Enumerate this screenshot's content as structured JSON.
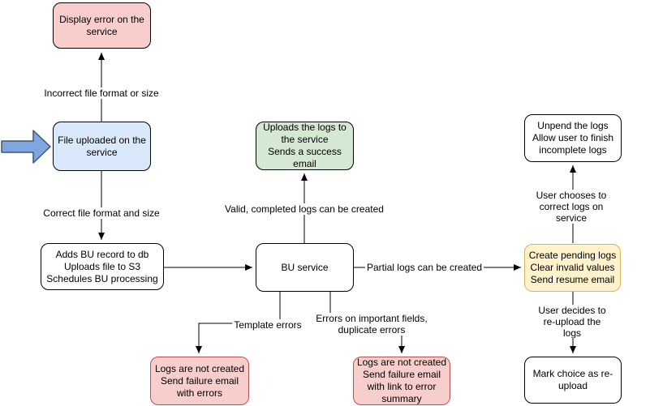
{
  "diagram": {
    "type": "flowchart",
    "palette": {
      "pink_fill": "#f8cecc",
      "pink_stroke": "#b85450",
      "blue_fill": "#dae8fc",
      "green_fill": "#d5e8d4",
      "yellow_fill": "#fff2cc",
      "yellow_stroke": "#d6b656",
      "white_fill": "#ffffff",
      "black_stroke": "#000000",
      "block_arrow_fill": "#7ea6e0",
      "block_arrow_stroke": "#44546a",
      "edge_color": "#000000"
    },
    "nodes": {
      "display_error": {
        "label": "Display error on the\nservice"
      },
      "file_uploaded": {
        "label": "File uploaded on the\nservice"
      },
      "adds_bu_record": {
        "label": "Adds BU record to db\nUploads file to S3\nSchedules BU processing"
      },
      "uploads_logs_success": {
        "label": "Uploads the logs to\nthe service\nSends a success\nemail"
      },
      "bu_service": {
        "label": "BU service"
      },
      "unpend_logs": {
        "label": "Unpend the logs\nAllow user to finish\nincomplete logs"
      },
      "create_pending_logs": {
        "label": "Create pending logs\nClear invalid values\nSend resume email"
      },
      "mark_choice_reupload": {
        "label": "Mark choice as re-\nupload"
      },
      "logs_not_created_errors": {
        "label": "Logs are not created\nSend failure email\nwith errors"
      },
      "logs_not_created_summary": {
        "label": "Logs are not created\nSend failure email\nwith link to error\nsummary"
      }
    },
    "edges": {
      "incorrect_format": {
        "label": "Incorrect file format or size"
      },
      "correct_format": {
        "label": "Correct file format and size"
      },
      "valid_completed": {
        "label": "Valid, completed logs can be created"
      },
      "partial_logs": {
        "label": "Partial logs can be created"
      },
      "template_errors": {
        "label": "Template errors"
      },
      "errors_important_fields": {
        "label": "Errors on important fields,\nduplicate errors"
      },
      "user_corrects_on_service": {
        "label": "User chooses to correct logs on service"
      },
      "user_reuploads": {
        "label": "User decides to re-upload the logs"
      }
    }
  }
}
